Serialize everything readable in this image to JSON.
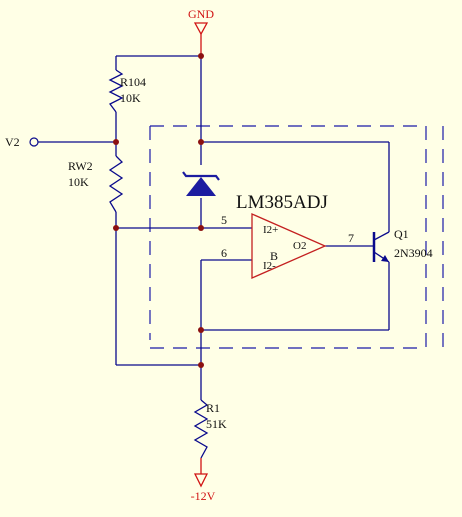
{
  "power": {
    "top": "GND",
    "bottom": "-12V"
  },
  "input": {
    "name": "V2"
  },
  "resistors": {
    "r104": {
      "ref": "R104",
      "value": "10K"
    },
    "rw2": {
      "ref": "RW2",
      "value": "10K"
    },
    "r1": {
      "ref": "R1",
      "value": "51K"
    }
  },
  "ic": {
    "part": "LM385ADJ",
    "unit": "B",
    "pin_plus": "I2+",
    "pin_minus": "I2-",
    "pin_out": "O2",
    "pin5": "5",
    "pin6": "6",
    "pin7": "7"
  },
  "transistor": {
    "ref": "Q1",
    "part": "2N3904"
  },
  "colors": {
    "wire": "#0a0a8c",
    "power": "#d11414",
    "junction": "#8b1010",
    "background": "#ffffe6"
  }
}
